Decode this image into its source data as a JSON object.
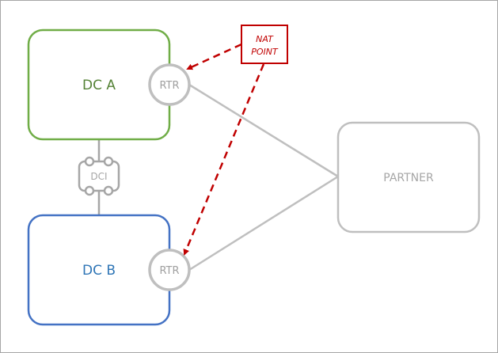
{
  "nodes": {
    "dc_a": {
      "label": "DC A",
      "color": "#70ad47",
      "text_color": "#548235"
    },
    "dc_b": {
      "label": "DC B",
      "color": "#4472c4",
      "text_color": "#2e75b6"
    },
    "router_a": {
      "label": "RTR"
    },
    "router_b": {
      "label": "RTR"
    },
    "partner": {
      "label": "PARTNER"
    },
    "dci": {
      "label": "DCI"
    },
    "nat_point": {
      "line1": "NAT",
      "line2": "POINT",
      "color": "#c00000"
    }
  },
  "colors": {
    "link": "#bfbfbf",
    "outline_gray": "#a6a6a6"
  }
}
